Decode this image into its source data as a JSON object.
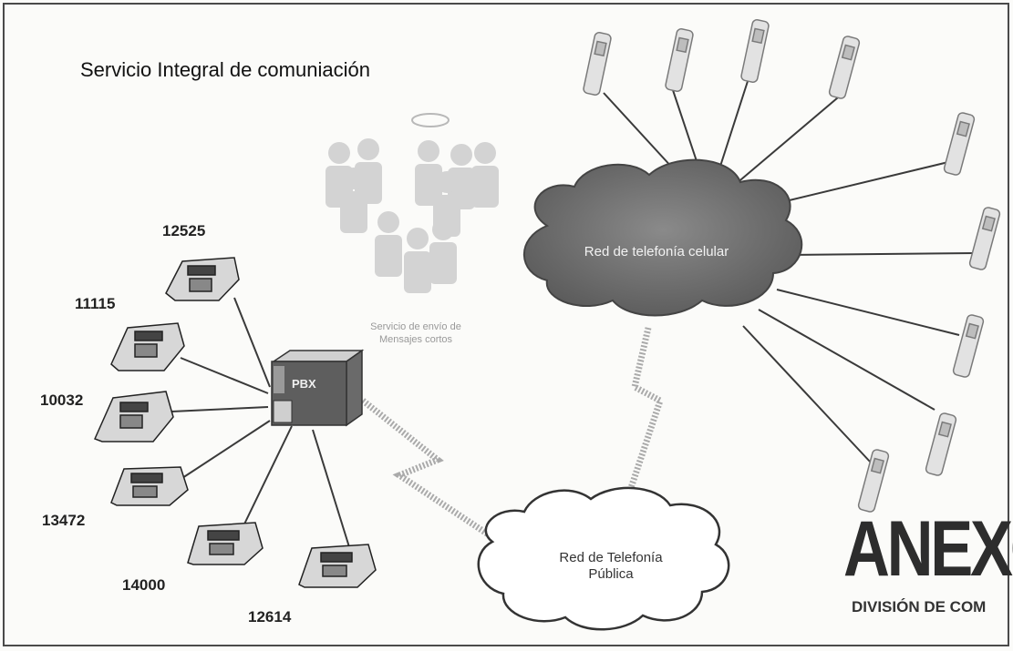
{
  "title": "Servicio Integral de comuniación",
  "extensions": [
    {
      "id": "ext-12525",
      "number": "12525"
    },
    {
      "id": "ext-11115",
      "number": "11115"
    },
    {
      "id": "ext-10032",
      "number": "10032"
    },
    {
      "id": "ext-13472",
      "number": "13472"
    },
    {
      "id": "ext-14000",
      "number": "14000"
    },
    {
      "id": "ext-12614",
      "number": "12614"
    }
  ],
  "pbx": {
    "label": "PBX"
  },
  "sms_service": {
    "line1": "Servicio de envío de",
    "line2": "Mensajes cortos"
  },
  "cellular_cloud": {
    "label": "Red de telefonía celular"
  },
  "public_cloud": {
    "line1": "Red de Telefonía",
    "line2": "Pública"
  },
  "stamp": {
    "word": "ANEXO",
    "subtitle": "DIVISIÓN DE COM"
  }
}
